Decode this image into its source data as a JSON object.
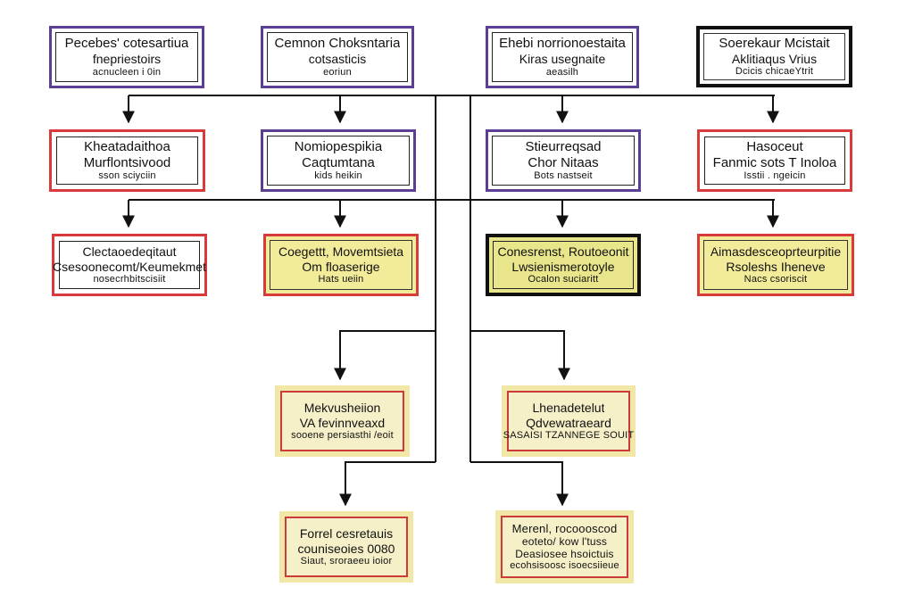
{
  "diagram": {
    "nodes": {
      "r1c1": {
        "lines": [
          "Pecebes' cotesartiua",
          "fnepriestoirs",
          "acnucleen i 0in"
        ]
      },
      "r1c2": {
        "lines": [
          "Cemnon Choksntaria",
          "cotsasticis",
          "eoriun"
        ]
      },
      "r1c3": {
        "lines": [
          "Ehebi norrionoestaita",
          "Kiras usegnaite",
          "aeasilh"
        ]
      },
      "r1c4": {
        "lines": [
          "Soerekaur Mcistait",
          "Aklitiaqus Vrius",
          "Dcicis chicaeYtrit"
        ]
      },
      "r2c1": {
        "lines": [
          "Kheatadaithoa",
          "Murflontsivood",
          "sson sciyciin"
        ]
      },
      "r2c2": {
        "lines": [
          "Nomiopespikia",
          "Caqtumtana",
          "kids heikin"
        ]
      },
      "r2c3": {
        "lines": [
          "Stieurreqsad",
          "Chor Nitaas",
          "Bots nastseit"
        ]
      },
      "r2c4": {
        "lines": [
          "Hasoceut",
          "Fanmic sots T Inoloa",
          "Isstii . ngeicin"
        ]
      },
      "r3c1": {
        "lines": [
          "Clectaoedeqitaut",
          "Csesoonecomt/Keumekmet",
          "nosecrhbitscisiit"
        ]
      },
      "r3c2": {
        "lines": [
          "Coegettt, Movemtsieta",
          "Om floaserige",
          "Hats ueiin"
        ]
      },
      "r3c3": {
        "lines": [
          "Conesrenst, Routoeonit",
          "Lwsienismerotoyle",
          "Ocalon suciaritt"
        ]
      },
      "r3c4": {
        "lines": [
          "Aimasdesceoprteurpitie",
          "Rsoleshs Iheneve",
          "Nacs csoriscit"
        ]
      },
      "r4c2": {
        "lines": [
          "Mekvusheiion",
          "VA fevinnveaxd",
          "sooene persiasthi /eoit"
        ]
      },
      "r4c3": {
        "lines": [
          "Lhenadetelut",
          "Qdvewatraeard",
          "SASAISI TZANNEGE SOUIT"
        ]
      },
      "r5c2": {
        "lines": [
          "Forrel cesretauis",
          "couniseoies 0080",
          "Siaut, sroraeeu ioior"
        ]
      },
      "r5c3": {
        "lines": [
          "Merenl, rocoooscod",
          "eoteto/ kow l'tuss",
          "Deasiosee hsoictuis",
          "ecohsisoosc isoecsiieue"
        ]
      }
    }
  }
}
